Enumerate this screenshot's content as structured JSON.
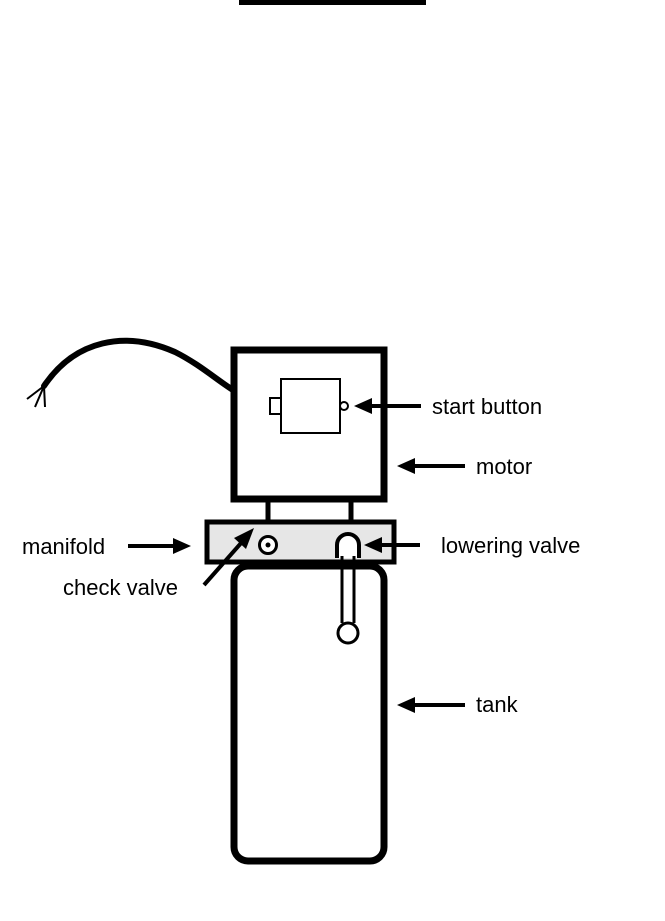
{
  "labels": {
    "start_button": "start button",
    "motor": "motor",
    "manifold": "manifold",
    "lowering_valve": "lowering valve",
    "check_valve": "check valve",
    "tank": "tank"
  },
  "colors": {
    "stroke": "#000000",
    "background": "#ffffff",
    "manifold_fill": "#e6e6e6"
  }
}
